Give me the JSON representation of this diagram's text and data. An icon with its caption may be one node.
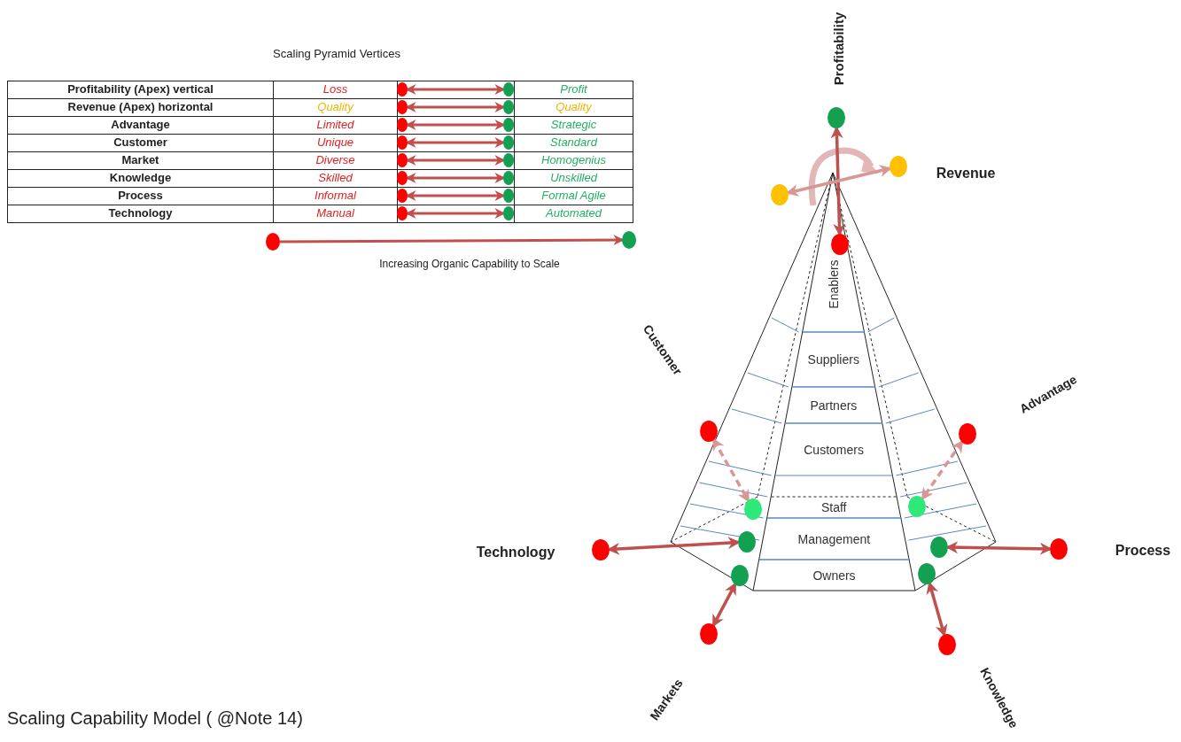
{
  "diagram": {
    "caption": "Scaling Capability Model ( @Note 14)",
    "nodes": [
      {
        "text": [],
        "shape": "circle"
      },
      {
        "text": [],
        "shape": "circle"
      },
      {
        "text": [],
        "shape": "circle"
      },
      {
        "text": [],
        "shape": "circle"
      },
      {
        "text": [],
        "shape": "circle"
      },
      {
        "text": [],
        "shape": "circle"
      },
      {
        "text": [],
        "shape": "circle"
      },
      {
        "text": [],
        "shape": "circle"
      },
      {
        "text": [],
        "shape": "circle"
      },
      {
        "text": [],
        "shape": "circle"
      },
      {
        "text": [],
        "shape": "circle"
      },
      {
        "text": [],
        "shape": "circle"
      },
      {
        "text": [],
        "shape": "circle"
      },
      {
        "text": [],
        "shape": "circle"
      },
      {
        "text": [],
        "shape": "circle"
      },
      {
        "text": [],
        "shape": "circle"
      },
      {
        "text": [],
        "shape": "circle"
      },
      {
        "text": [],
        "shape": "circle"
      },
      {
        "text": [
          "Enablers"
        ]
      },
      {
        "text": [
          "Suppliers"
        ]
      },
      {
        "text": [
          "Partners"
        ]
      },
      {
        "text": [
          "Customers"
        ]
      },
      {
        "text": [
          "Staff"
        ]
      },
      {
        "text": [
          "Management"
        ]
      },
      {
        "text": [
          "Owners"
        ]
      },
      {
        "text": [],
        "shape": "circle"
      },
      {
        "text": [],
        "shape": "circle"
      },
      {
        "text": [],
        "shape": "circle"
      },
      {
        "text": [],
        "shape": "circle"
      },
      {
        "text": [],
        "shape": "circle"
      },
      {
        "text": [],
        "shape": "circle"
      },
      {
        "text": [],
        "shape": "circle"
      },
      {
        "text": [],
        "shape": "circle"
      },
      {
        "text": [],
        "shape": "circle"
      },
      {
        "text": [],
        "shape": "circle"
      },
      {
        "text": [],
        "shape": "circle"
      },
      {
        "text": [],
        "shape": "circle"
      },
      {
        "text": [],
        "shape": "circle"
      },
      {
        "text": [],
        "shape": "circle"
      },
      {
        "text": [],
        "shape": "circle"
      },
      {
        "text": [],
        "shape": "circle"
      }
    ],
    "edges": [
      {
        "from": 0,
        "to": 1,
        "arrow": "both"
      },
      {
        "from": 2,
        "to": 3,
        "arrow": "both"
      },
      {
        "from": 4,
        "to": 5,
        "arrow": "both"
      },
      {
        "from": 6,
        "to": 7,
        "arrow": "both"
      },
      {
        "from": 8,
        "to": 9,
        "arrow": "both"
      },
      {
        "from": 10,
        "to": 11,
        "arrow": "both"
      },
      {
        "from": 12,
        "to": 13,
        "arrow": "both"
      },
      {
        "from": 14,
        "to": 15,
        "arrow": "both"
      },
      {
        "from": 16,
        "to": 17,
        "arrow": "to"
      },
      {
        "from": 26,
        "to": 25,
        "arrow": "both"
      },
      {
        "from": 27,
        "to": 28,
        "arrow": "both",
        "color": "#d99694"
      },
      {
        "from": 29,
        "to": 30,
        "arrow": "both",
        "style": "dashed",
        "color": "#d99694"
      },
      {
        "from": 31,
        "to": 32,
        "arrow": "both",
        "style": "dashed",
        "color": "#d99694"
      },
      {
        "from": 33,
        "to": 34,
        "arrow": "both"
      },
      {
        "from": 35,
        "to": 36,
        "arrow": "both"
      },
      {
        "from": 37,
        "to": 38,
        "arrow": "both"
      },
      {
        "from": 39,
        "to": 40,
        "arrow": "both"
      }
    ],
    "labels": [
      "Scaling Pyramid Vertices",
      "Profitability (Apex) vertical",
      "Loss",
      "Profit",
      "Revenue (Apex) horizontal",
      "Quality",
      "Quality",
      "Advantage",
      "Limited",
      "Strategic",
      "Customer",
      "Unique",
      "Standard",
      "Market",
      "Diverse",
      "Homogenius",
      "Knowledge",
      "Skilled",
      "Unskilled",
      "Process",
      "Informal",
      "Formal Agile",
      "Technology",
      "Manual",
      "Automated",
      "Increasing Organic Capability to Scale",
      "Profitability",
      "Revenue",
      "Customer",
      "Advantage",
      "Technology",
      "Process",
      "Markets",
      "Knowledge"
    ]
  }
}
